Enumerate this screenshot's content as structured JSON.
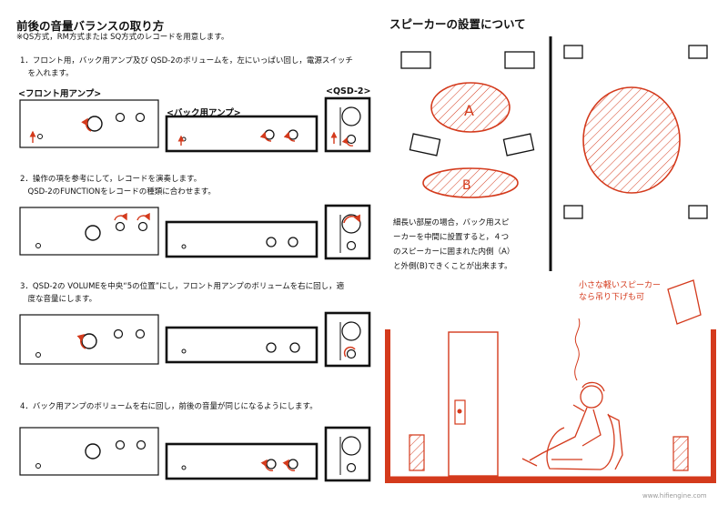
{
  "left": {
    "title": "前後の音量バランスの取り方",
    "subtitle": "※QS方式，RM方式または SQ方式のレコードを用意します。",
    "labels": {
      "front_amp": "<フロント用アンプ>",
      "back_amp": "<バック用アンプ>",
      "qsd": "<QSD-2>"
    },
    "steps": [
      {
        "line1": "1．フロント用，バック用アンプ及び QSD-2のボリュームを，左にいっぱい回し，電源スイッチ",
        "line2": "　を入れます。"
      },
      {
        "line1": "2．操作の項を参考にして，レコードを演奏します。",
        "line2": "　QSD-2のFUNCTIONをレコードの種類に合わせます。"
      },
      {
        "line1": "3．QSD-2の VOLUMEを中央“5の位置”にし，フロント用アンプのボリュームを右に回し，適",
        "line2": "　度な音量にします。"
      },
      {
        "line1": "4．バック用アンプのボリュームを右に回し，前後の音量が同じになるようにします。",
        "line2": ""
      }
    ]
  },
  "right": {
    "title": "スピーカーの設置について",
    "zones": {
      "inner": "A",
      "outer": "B"
    },
    "body": [
      "細長い部屋の場合，バック用スピ",
      "ーカーを中間に設置すると，４つ",
      "のスピーカーに囲まれた内側（A）",
      "と外側(B)できくことが出来ます。"
    ],
    "note": [
      "小さな軽いスピーカー",
      "なら吊り下げも可"
    ]
  },
  "watermark": "www.hifiengine.com",
  "colors": {
    "accent": "#d43a1c",
    "ink": "#111111"
  }
}
